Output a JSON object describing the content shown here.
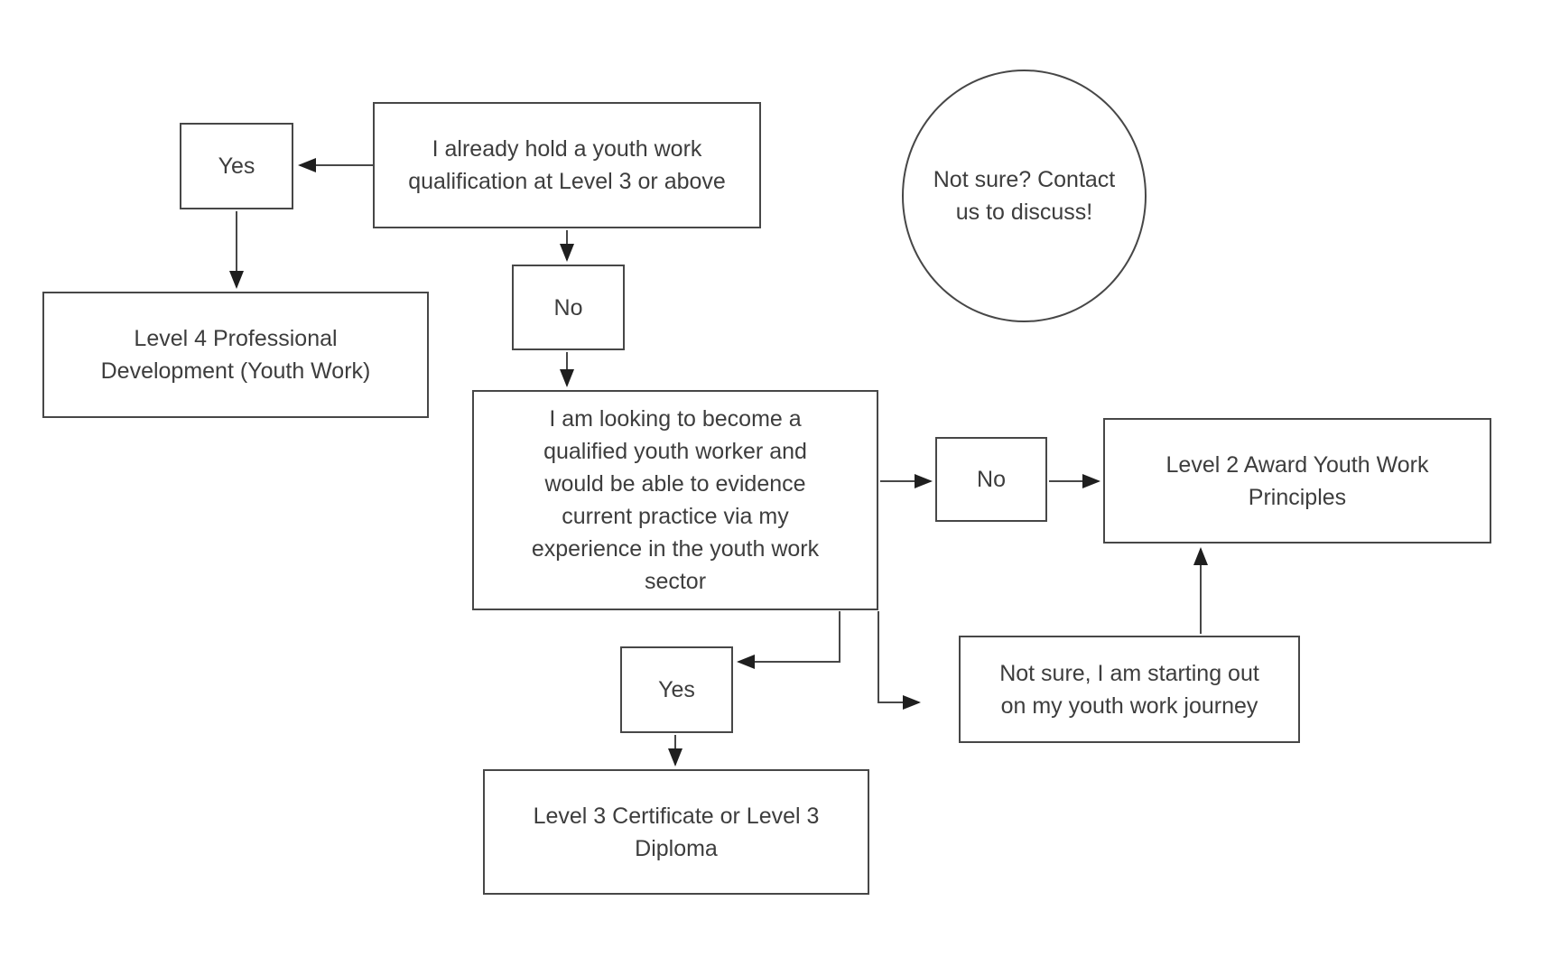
{
  "page": {
    "background": "#ffffff"
  },
  "colors": {
    "line": "#474747",
    "arrow": "#1f1f1f",
    "border": "#474747",
    "text": "#3d3d3d"
  },
  "diagram": {
    "nodes": {
      "already_qualified": {
        "label": "I already hold a youth work\nqualification at Level 3 or above",
        "shape": "rectangle"
      },
      "yes_top": {
        "label": "Yes",
        "shape": "rectangle"
      },
      "level4": {
        "label": "Level 4 Professional\nDevelopment (Youth Work)",
        "shape": "rectangle"
      },
      "no_top": {
        "label": "No",
        "shape": "rectangle"
      },
      "looking_to_become": {
        "label": "I am looking to become a\nqualified youth worker and\nwould be able to evidence\ncurrent practice via my\nexperience in the youth work\nsector",
        "shape": "rectangle"
      },
      "no_right": {
        "label": "No",
        "shape": "rectangle"
      },
      "level2": {
        "label": "Level 2 Award Youth Work\nPrinciples",
        "shape": "rectangle"
      },
      "yes_bottom": {
        "label": "Yes",
        "shape": "rectangle"
      },
      "level3": {
        "label": "Level 3 Certificate or Level 3\nDiploma",
        "shape": "rectangle"
      },
      "not_sure_starting": {
        "label": "Not sure, I am starting out\non my youth work journey",
        "shape": "rectangle"
      },
      "contact_bubble": {
        "label": "Not sure? Contact\nus to discuss!",
        "shape": "circle"
      }
    },
    "edges": [
      {
        "from": "already_qualified",
        "to": "yes_top"
      },
      {
        "from": "yes_top",
        "to": "level4"
      },
      {
        "from": "already_qualified",
        "to": "no_top"
      },
      {
        "from": "no_top",
        "to": "looking_to_become"
      },
      {
        "from": "looking_to_become",
        "to": "no_right"
      },
      {
        "from": "no_right",
        "to": "level2"
      },
      {
        "from": "looking_to_become",
        "to": "yes_bottom"
      },
      {
        "from": "looking_to_become",
        "to": "not_sure_starting"
      },
      {
        "from": "yes_bottom",
        "to": "level3"
      },
      {
        "from": "not_sure_starting",
        "to": "level2"
      }
    ]
  }
}
